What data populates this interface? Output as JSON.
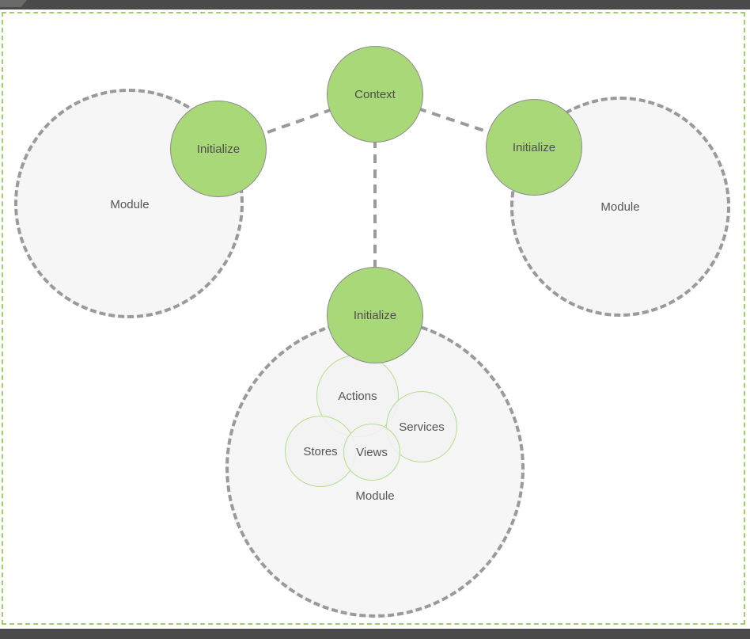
{
  "diagram": {
    "context": {
      "label": "Context"
    },
    "left_module": {
      "label": "Module",
      "initialize": "Initialize"
    },
    "right_module": {
      "label": "Module",
      "initialize": "Initialize"
    },
    "bottom_module": {
      "label": "Module",
      "initialize": "Initialize",
      "sub_circles": [
        {
          "label": "Actions"
        },
        {
          "label": "Services"
        },
        {
          "label": "Stores"
        },
        {
          "label": "Views"
        }
      ]
    },
    "colors": {
      "node_green": "#a8d878",
      "node_border": "#8c8c8c",
      "module_fill": "#f6f6f6",
      "module_border": "#9a9a9a",
      "sub_circle_border": "#b7dd8e",
      "frame_green": "#9ed06a",
      "text": "#555555",
      "chrome_bar": "#4a4a4a"
    }
  }
}
